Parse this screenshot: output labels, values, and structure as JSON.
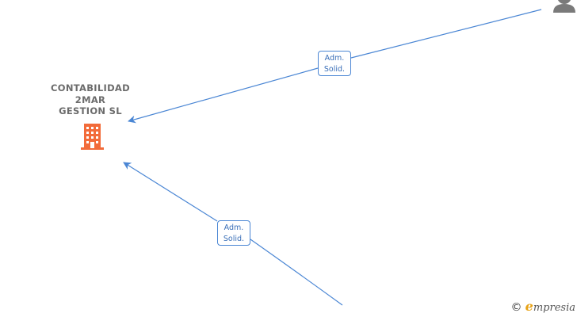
{
  "company": {
    "name_lines": [
      "CONTABILIDAD",
      "2MAR",
      "GESTION  SL"
    ],
    "icon": "building-icon",
    "icon_color": "#f26b3a"
  },
  "person": {
    "icon": "person-icon",
    "color": "#7a7a7a"
  },
  "edges": [
    {
      "id": "top",
      "label_lines": [
        "Adm.",
        "Solid."
      ]
    },
    {
      "id": "bottom",
      "label_lines": [
        "Adm.",
        "Solid."
      ]
    }
  ],
  "colors": {
    "edge": "#4a86d4",
    "text": "#6b6b6b"
  },
  "brand": {
    "copyright": "©",
    "e": "e",
    "rest": "mpresia"
  }
}
